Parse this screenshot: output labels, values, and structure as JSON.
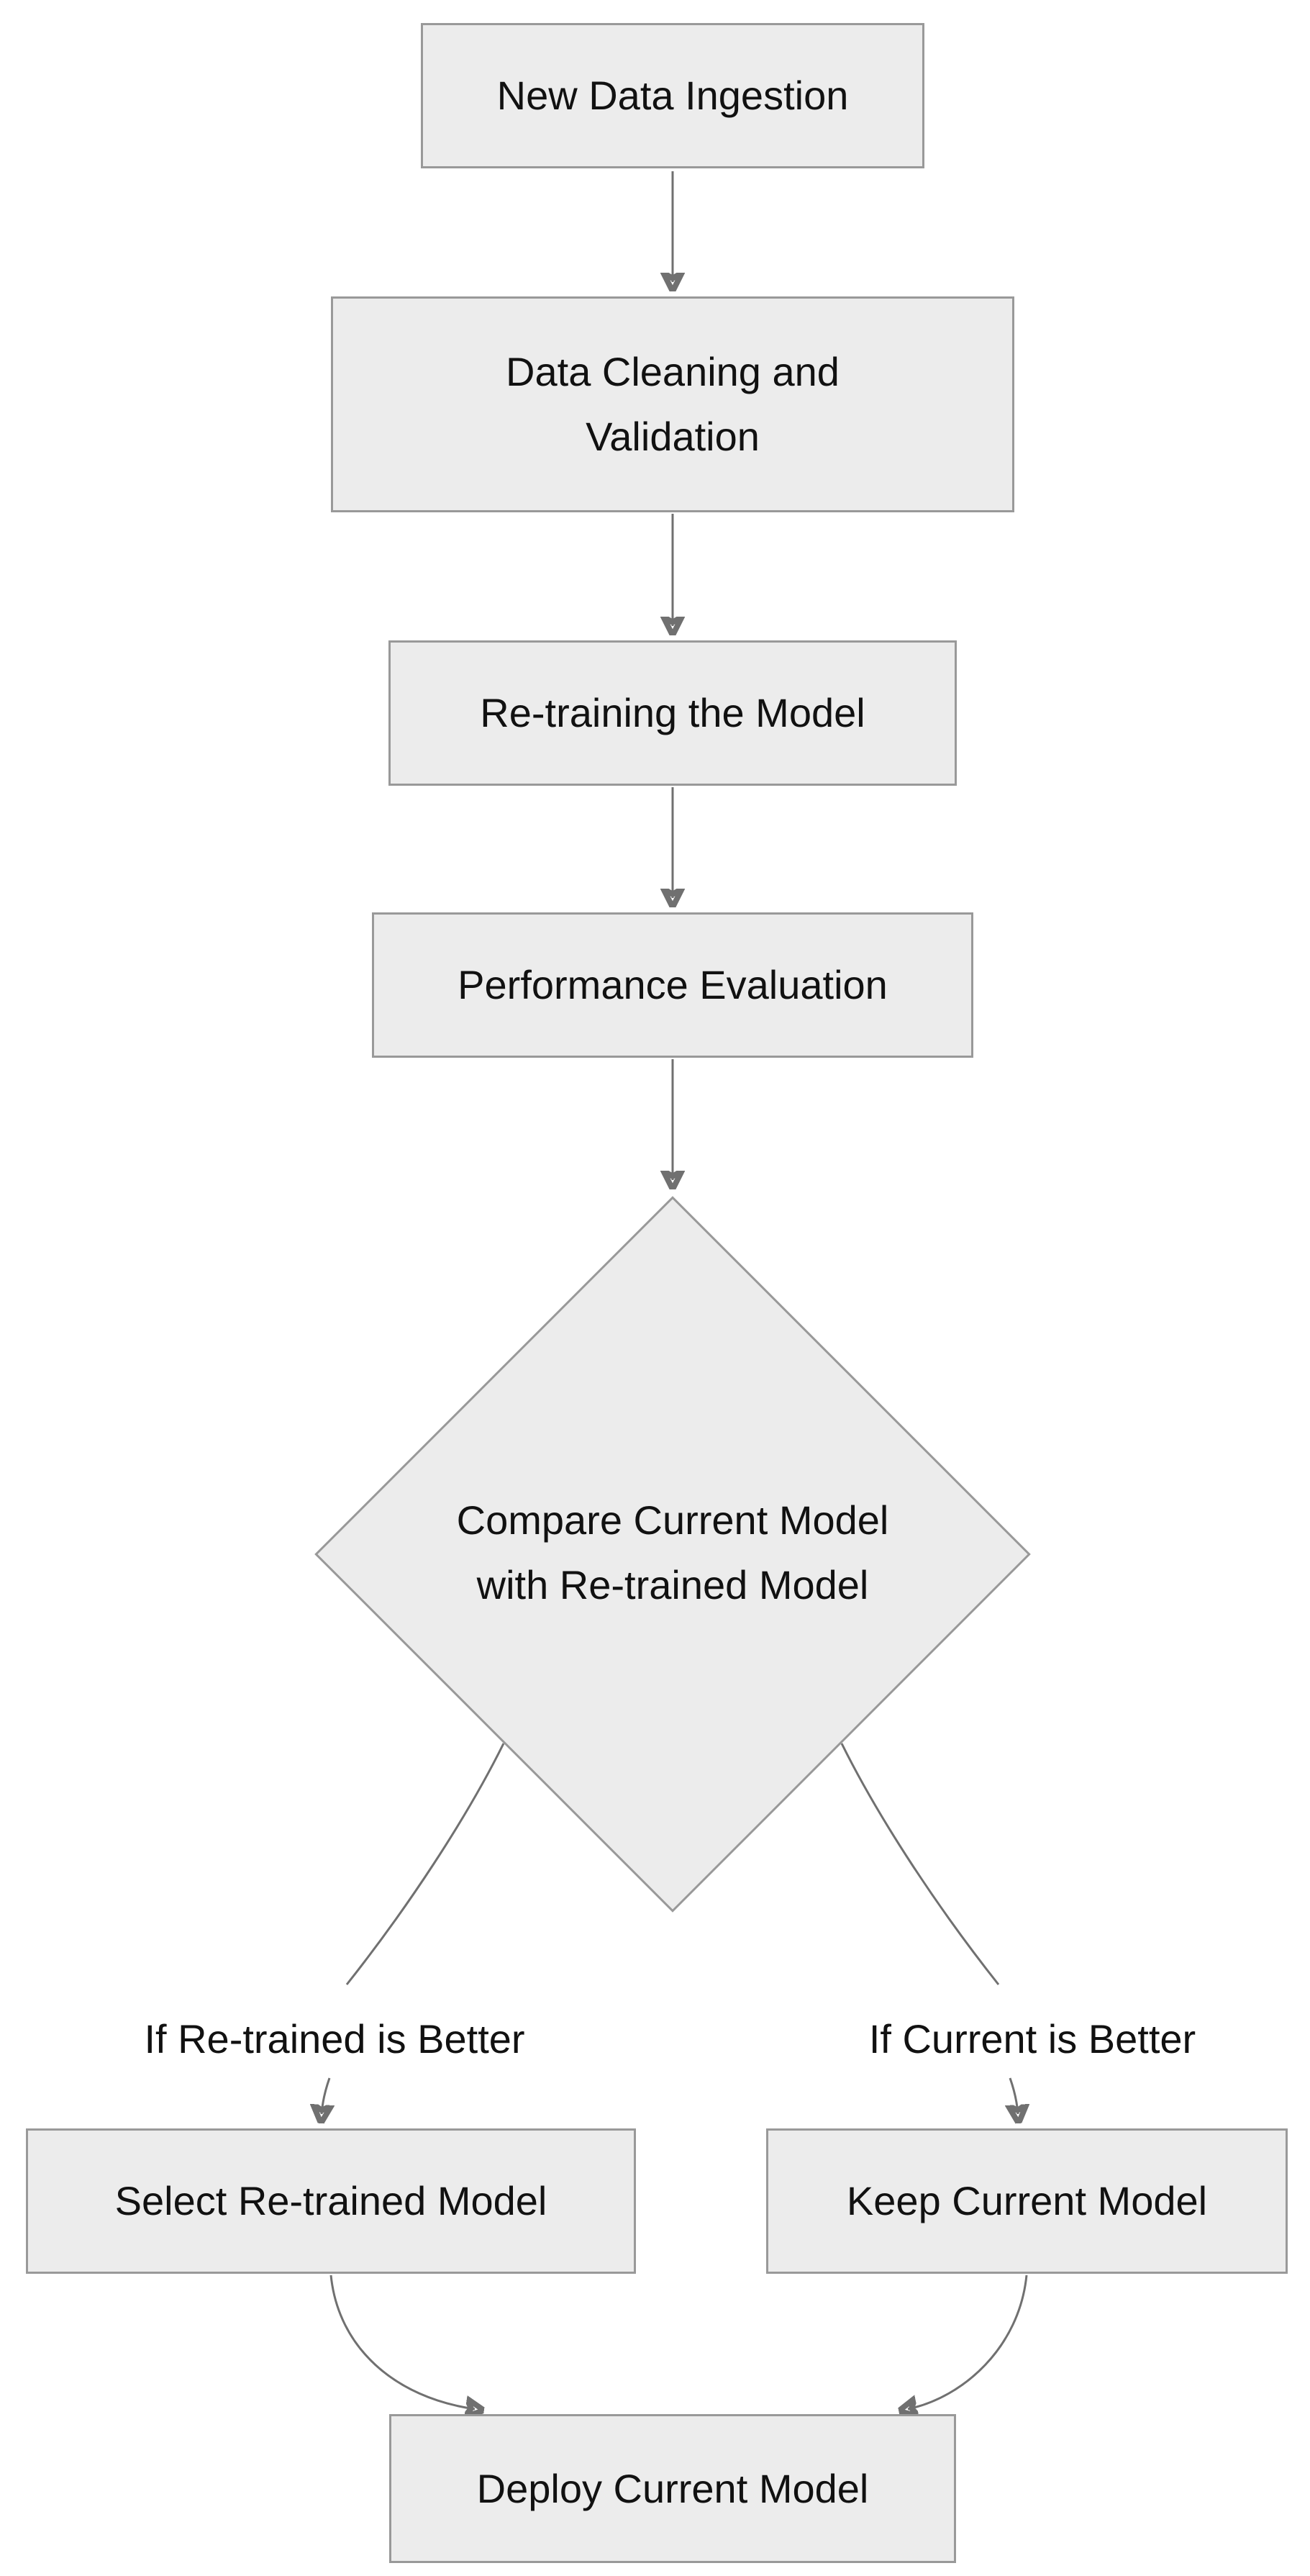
{
  "diagram": {
    "type": "flowchart",
    "direction": "top-down",
    "nodes": {
      "ingestion": {
        "label": "New Data Ingestion",
        "shape": "rectangle"
      },
      "cleaning": {
        "label": "Data Cleaning and Validation",
        "shape": "rectangle"
      },
      "retraining": {
        "label": "Re-training the Model",
        "shape": "rectangle"
      },
      "evaluation": {
        "label": "Performance Evaluation",
        "shape": "rectangle"
      },
      "compare": {
        "label": "Compare Current Model with Re-trained Model",
        "shape": "diamond"
      },
      "select_retrained": {
        "label": "Select Re-trained Model",
        "shape": "rectangle"
      },
      "keep_current": {
        "label": "Keep Current Model",
        "shape": "rectangle"
      },
      "deploy": {
        "label": "Deploy Current Model",
        "shape": "rectangle"
      }
    },
    "edge_labels": {
      "retrained_better": "If Re-trained is Better",
      "current_better": "If Current is Better"
    },
    "edges": [
      {
        "from": "ingestion",
        "to": "cleaning",
        "label": ""
      },
      {
        "from": "cleaning",
        "to": "retraining",
        "label": ""
      },
      {
        "from": "retraining",
        "to": "evaluation",
        "label": ""
      },
      {
        "from": "evaluation",
        "to": "compare",
        "label": ""
      },
      {
        "from": "compare",
        "to": "select_retrained",
        "label": "If Re-trained is Better"
      },
      {
        "from": "compare",
        "to": "keep_current",
        "label": "If Current is Better"
      },
      {
        "from": "select_retrained",
        "to": "deploy",
        "label": ""
      },
      {
        "from": "keep_current",
        "to": "deploy",
        "label": ""
      }
    ],
    "colors": {
      "node_fill": "#ececec",
      "node_border": "#999999",
      "edge": "#707070",
      "arrowhead": "#5a5a5a",
      "text": "#111111",
      "background": "#ffffff"
    }
  }
}
